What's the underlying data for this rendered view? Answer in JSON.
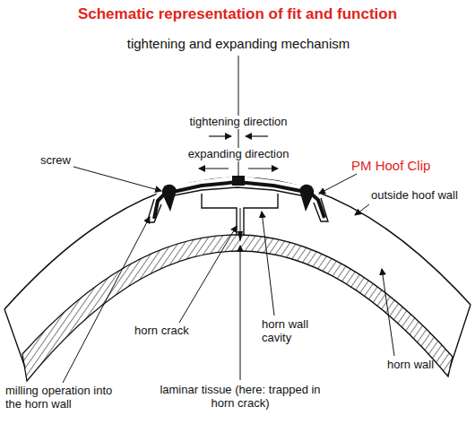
{
  "diagram": {
    "title": "Schematic representation of fit and function",
    "labels": [
      "tightening and expanding mechanism",
      "tightening direction",
      "expanding direction",
      "screw",
      "PM Hoof Clip",
      "outside hoof wall",
      "milling operation into the horn wall",
      "horn crack",
      "horn wall cavity",
      "horn wall",
      "laminar tissue (here: trapped in horn crack)"
    ]
  }
}
